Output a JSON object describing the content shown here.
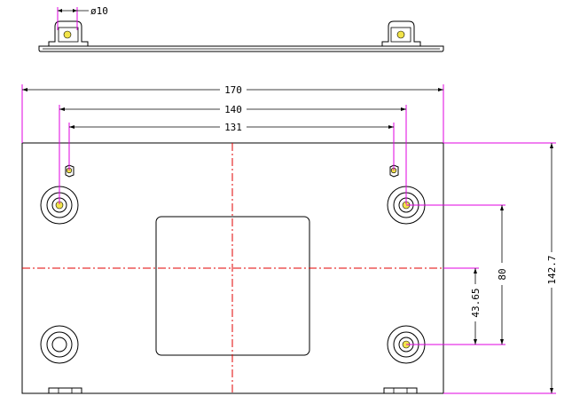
{
  "dimensions": {
    "diameter": "ø10",
    "width_overall": "170",
    "hole_spacing_outer": "140",
    "hole_spacing_inner": "131",
    "vertical_hole_spacing": "80",
    "center_offset": "43.65",
    "height_overall": "142.7"
  },
  "colors": {
    "outline": "#000000",
    "centerline": "#e00000",
    "extension": "#e000e0",
    "stud": "#f2e44a"
  }
}
